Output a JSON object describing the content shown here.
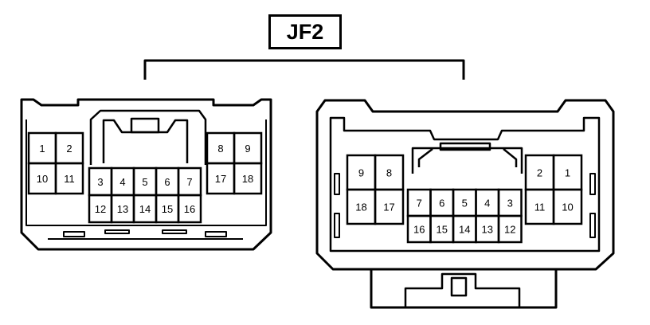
{
  "connector_label": "JF2",
  "colors": {
    "line": "#000000",
    "background": "#ffffff"
  },
  "left_connector": {
    "left_block": {
      "top": [
        "1",
        "2"
      ],
      "bottom": [
        "10",
        "11"
      ]
    },
    "center_block": {
      "top": [
        "3",
        "4",
        "5",
        "6",
        "7"
      ],
      "bottom": [
        "12",
        "13",
        "14",
        "15",
        "16"
      ]
    },
    "right_block": {
      "top": [
        "8",
        "9"
      ],
      "bottom": [
        "17",
        "18"
      ]
    }
  },
  "right_connector": {
    "left_block": {
      "top": [
        "9",
        "8"
      ],
      "bottom": [
        "18",
        "17"
      ]
    },
    "center_block": {
      "top": [
        "7",
        "6",
        "5",
        "4",
        "3"
      ],
      "bottom": [
        "16",
        "15",
        "14",
        "13",
        "12"
      ]
    },
    "right_block": {
      "top": [
        "2",
        "1"
      ],
      "bottom": [
        "11",
        "10"
      ]
    }
  }
}
